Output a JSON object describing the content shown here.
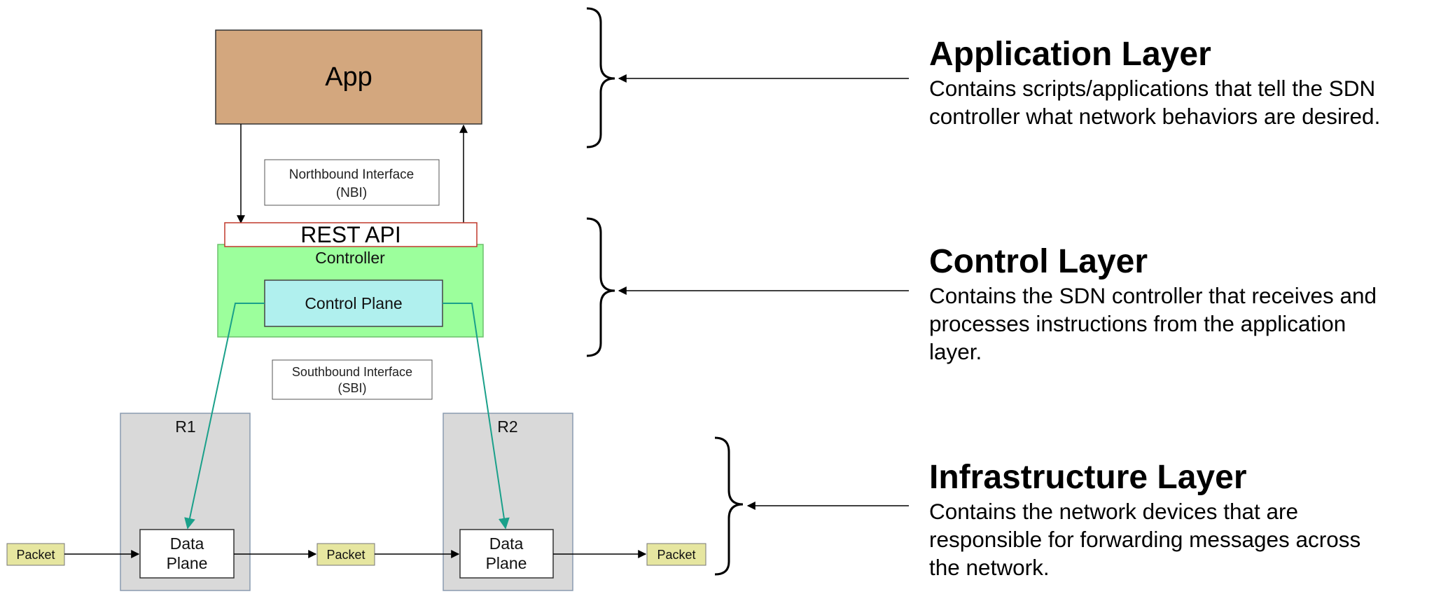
{
  "app": {
    "label": "App",
    "color": "#d3a77e"
  },
  "nbi": {
    "line1": "Northbound Interface",
    "line2": "(NBI)"
  },
  "rest_api": {
    "label": "REST API"
  },
  "controller": {
    "label": "Controller",
    "color": "#9cff9c"
  },
  "control_plane": {
    "label": "Control Plane",
    "color": "#b0f0ee"
  },
  "sbi": {
    "line1": "Southbound Interface",
    "line2": "(SBI)"
  },
  "routers": [
    {
      "label": "R1",
      "data_plane": [
        "Data",
        "Plane"
      ]
    },
    {
      "label": "R2",
      "data_plane": [
        "Data",
        "Plane"
      ]
    }
  ],
  "packets": [
    "Packet",
    "Packet",
    "Packet"
  ],
  "colors": {
    "router_bg": "#d9d9d9",
    "packet_bg": "#e6e6a0",
    "link_green": "#1aa08a",
    "rest_api_border": "#c0392b"
  },
  "layers": [
    {
      "title": "Application Layer",
      "desc": [
        "Contains scripts/applications that tell the SDN",
        "controller what network behaviors are desired."
      ]
    },
    {
      "title": "Control Layer",
      "desc": [
        "Contains the SDN controller that receives and",
        "processes instructions from the application",
        "layer."
      ]
    },
    {
      "title": "Infrastructure Layer",
      "desc": [
        "Contains the network devices that are",
        "responsible for forwarding messages across",
        "the network."
      ]
    }
  ]
}
